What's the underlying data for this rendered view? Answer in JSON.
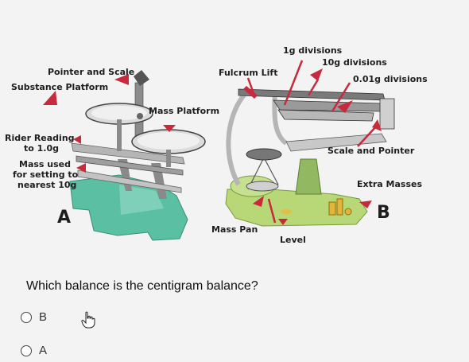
{
  "figure": {
    "labels": {
      "pointer_scale": "Pointer and Scale",
      "substance_platform": "Substance Platform",
      "mass_platform": "Mass Platform",
      "rider_reading_1": "Rider Reading",
      "rider_reading_2": "to 1.0g",
      "mass_used_1": "Mass used",
      "mass_used_2": "for setting to",
      "mass_used_3": "nearest 10g",
      "balance_a": "A",
      "fulcrum_lift": "Fulcrum Lift",
      "div_1g": "1g divisions",
      "div_10g": "10g divisions",
      "div_001g": "0.01g divisions",
      "scale_pointer": "Scale and Pointer",
      "extra_masses": "Extra Masses",
      "balance_b": "B",
      "mass_pan": "Mass Pan",
      "level": "Level"
    },
    "colors": {
      "green_base": "#5bbfa4",
      "lime_base": "#b8d877",
      "arrow_red": "#c62a3c",
      "metal": "#a8a8a8"
    }
  },
  "question": "Which balance is the centigram balance?",
  "options": [
    {
      "label": "B",
      "selected": false
    },
    {
      "label": "A",
      "selected": false
    }
  ],
  "cursor_icon": "hand-pointer"
}
